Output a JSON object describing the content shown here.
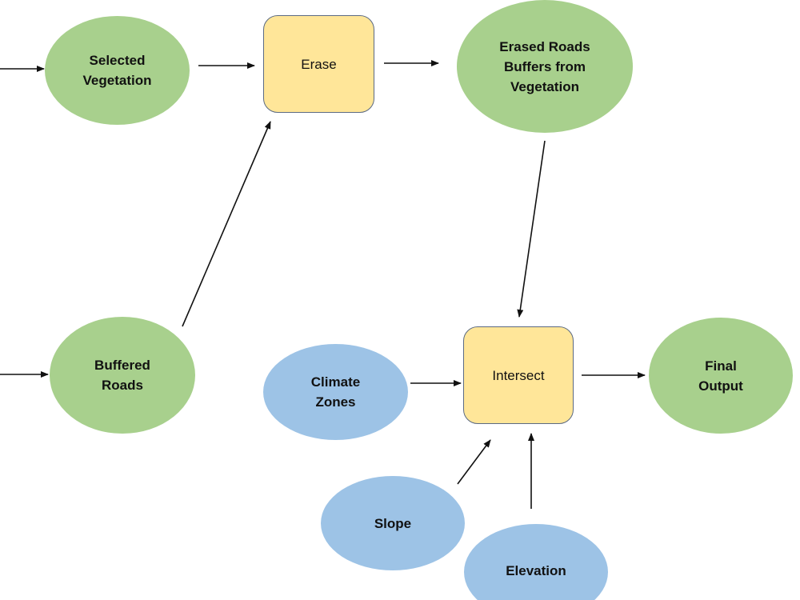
{
  "diagram": {
    "nodes": {
      "selected_vegetation": {
        "label": "Selected\nVegetation",
        "kind": "data",
        "color": "#a8d08d"
      },
      "erase": {
        "label": "Erase",
        "kind": "process",
        "color": "#ffe699"
      },
      "erased_roads_buffers": {
        "label": "Erased Roads\nBuffers from\nVegetation",
        "kind": "data",
        "color": "#a8d08d"
      },
      "buffered_roads": {
        "label": "Buffered\nRoads",
        "kind": "data",
        "color": "#a8d08d"
      },
      "climate_zones": {
        "label": "Climate\nZones",
        "kind": "data",
        "color": "#9dc3e6"
      },
      "intersect": {
        "label": "Intersect",
        "kind": "process",
        "color": "#ffe699"
      },
      "final_output": {
        "label": "Final\nOutput",
        "kind": "data",
        "color": "#a8d08d"
      },
      "slope": {
        "label": "Slope",
        "kind": "data",
        "color": "#9dc3e6"
      },
      "elevation": {
        "label": "Elevation",
        "kind": "data",
        "color": "#9dc3e6"
      }
    },
    "edges": [
      {
        "from": "",
        "to": "selected_vegetation"
      },
      {
        "from": "selected_vegetation",
        "to": "erase"
      },
      {
        "from": "erase",
        "to": "erased_roads_buffers"
      },
      {
        "from": "",
        "to": "buffered_roads"
      },
      {
        "from": "buffered_roads",
        "to": "erase"
      },
      {
        "from": "erased_roads_buffers",
        "to": "intersect"
      },
      {
        "from": "climate_zones",
        "to": "intersect"
      },
      {
        "from": "intersect",
        "to": "final_output"
      },
      {
        "from": "slope",
        "to": "intersect"
      },
      {
        "from": "elevation",
        "to": "intersect"
      }
    ]
  }
}
